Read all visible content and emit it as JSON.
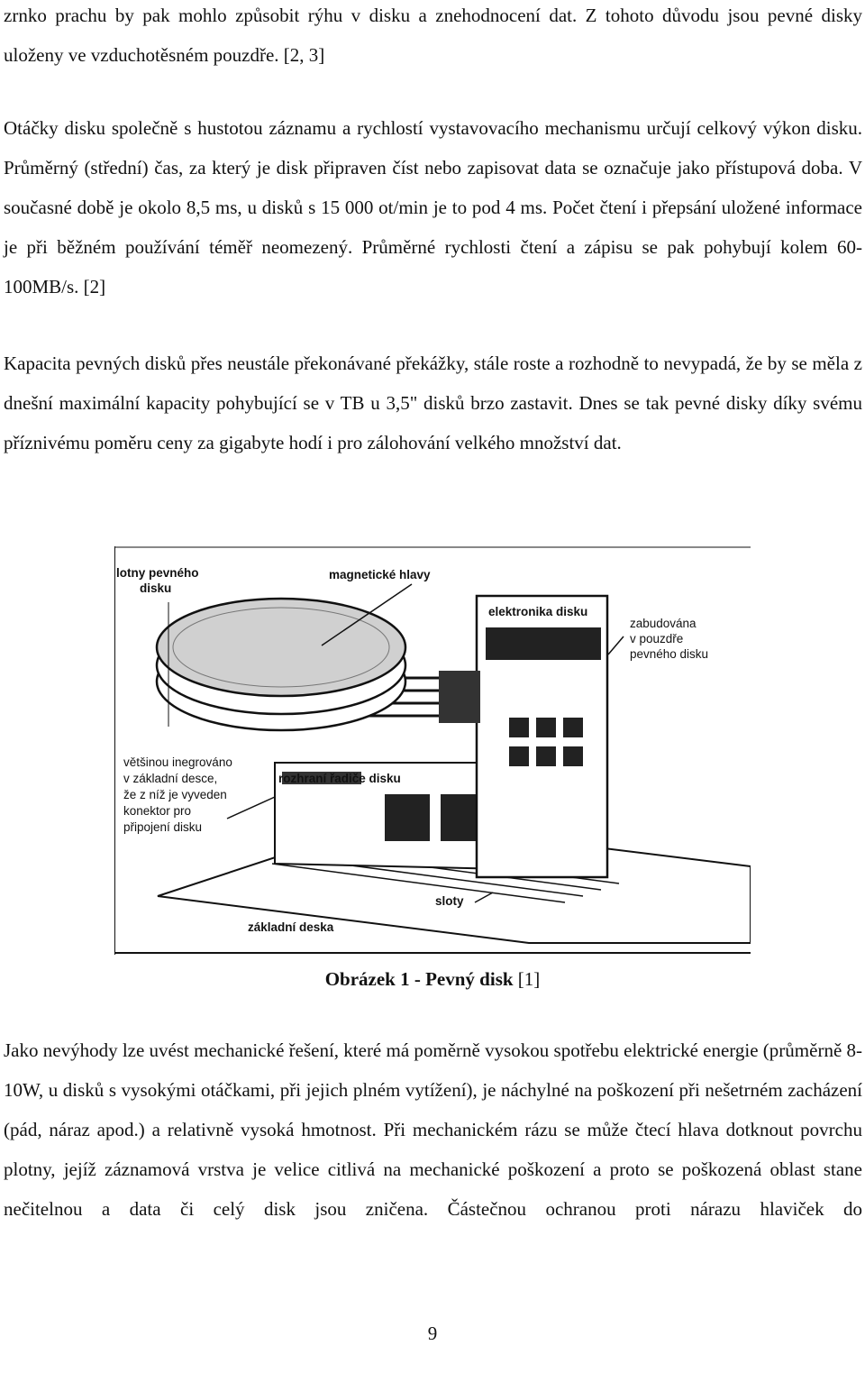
{
  "paragraphs": {
    "p1": "zrnko prachu by pak mohlo způsobit rýhu v disku a znehodnocení dat. Z tohoto důvodu jsou pevné disky uloženy ve vzduchotěsném pouzdře. [2, 3]",
    "p2": "Otáčky disku společně s hustotou záznamu a rychlostí vystavovacího mechanismu určují celkový výkon disku. Průměrný (střední) čas, za který je disk připraven číst nebo zapisovat data se označuje jako přístupová doba. V současné době je okolo 8,5 ms, u disků s 15 000 ot/min je to pod 4 ms. Počet čtení i přepsání uložené informace je při běžném používání téměř neomezený. Průměrné rychlosti čtení a zápisu se pak pohybují kolem 60-100MB/s. [2]",
    "p3": "Kapacita pevných disků přes neustále překonávané překážky, stále roste a rozhodně to nevypadá, že by se měla z dnešní maximální kapacity pohybující se v TB u 3,5\" disků brzo zastavit. Dnes se tak pevné disky díky svému příznivému poměru ceny za gigabyte hodí i pro zálohování velkého množství dat.",
    "p4": "Jako nevýhody lze uvést mechanické řešení, které má poměrně vysokou spotřebu elektrické energie (průměrně 8-10W, u disků s vysokými otáčkami, při jejich plném vytížení), je náchylné na poškození při nešetrném zacházení (pád, náraz apod.) a relativně vysoká hmotnost. Při mechanickém rázu se může čtecí hlava dotknout povrchu plotny, jejíž záznamová vrstva je velice citlivá na mechanické poškození a proto se poškozená oblast stane nečitelnou a data či celý disk jsou zničena. Částečnou ochranou proti nárazu hlaviček do"
  },
  "figure": {
    "labels": {
      "platters_1": "lotny pevného",
      "platters_2": "disku",
      "heads": "magnetické hlavy",
      "electronics": "elektronika disku",
      "built_in_1": "zabudována",
      "built_in_2": "v pouzdře",
      "built_in_3": "pevného disku",
      "integrated_1": "většinou inegrováno",
      "integrated_2": "v základní desce,",
      "integrated_3": "že z níž je vyveden",
      "integrated_4": "konektor pro",
      "integrated_5": "připojení disku",
      "controller": "rozhraní řadiče disku",
      "slots": "sloty",
      "motherboard": "základní deska"
    }
  },
  "caption": {
    "bold": "Obrázek 1 - Pevný disk",
    "ref": " [1]"
  },
  "page_number": "9"
}
